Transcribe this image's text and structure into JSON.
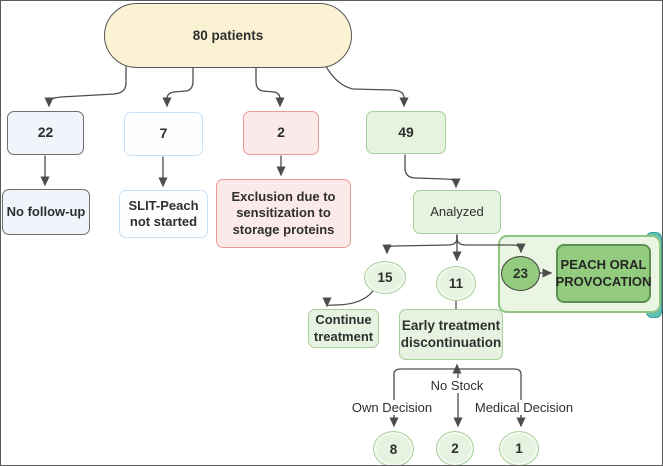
{
  "flowchart": {
    "root": {
      "label": "80 patients"
    },
    "level1": [
      {
        "count": "22"
      },
      {
        "count": "7"
      },
      {
        "count": "2"
      },
      {
        "count": "49"
      }
    ],
    "level2": {
      "no_followup": "No follow-up",
      "slit": "SLIT-Peach not started",
      "exclusion": "Exclusion due to sensitization to storage proteins",
      "analyzed": "Analyzed"
    },
    "analyzed_branches": {
      "continue_count": "15",
      "early_count": "11",
      "provocation_count": "23",
      "continue_label": "Continue treatment",
      "early_label": "Early treatment discontinuation",
      "provocation_label": "PEACH ORAL PROVOCATION"
    },
    "discontinuation": {
      "own_decision_label": "Own Decision",
      "no_stock_label": "No Stock",
      "medical_decision_label": "Medical Decision",
      "own_decision_count": "8",
      "no_stock_count": "2",
      "medical_decision_count": "1"
    }
  },
  "colors": {
    "cream_fill": "#FBF2D4",
    "light_blue_fill": "#EFF5FB",
    "white_fill": "#FDFEFF",
    "light_blue_border": "#C9DFF2",
    "light_red_fill": "#FBEAE9",
    "red_border": "#E89B98",
    "light_green_fill": "#E7F3E1",
    "green_border": "#A6D099",
    "medium_green_fill": "#93CC7F",
    "dark_green_border": "#5D9050",
    "gray_border": "#6E6E6E",
    "teal_accent": "#5FC0B8",
    "connector": "#4D4D4D"
  }
}
